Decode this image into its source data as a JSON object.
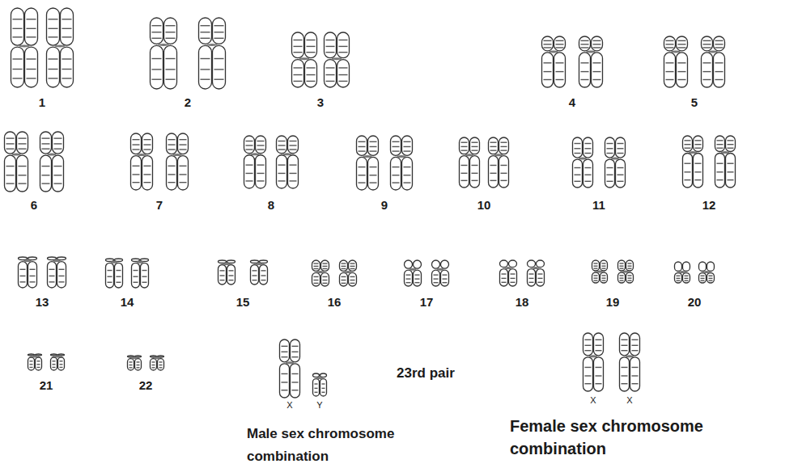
{
  "diagram": {
    "labels": [
      "1",
      "2",
      "3",
      "4",
      "5",
      "6",
      "7",
      "8",
      "9",
      "10",
      "11",
      "12",
      "13",
      "14",
      "15",
      "16",
      "17",
      "18",
      "19",
      "20",
      "21",
      "22",
      "X",
      "Y",
      "23rd pair",
      "X",
      "X",
      "Male sex chromosome combination",
      "Female sex chromosome combination"
    ]
  }
}
